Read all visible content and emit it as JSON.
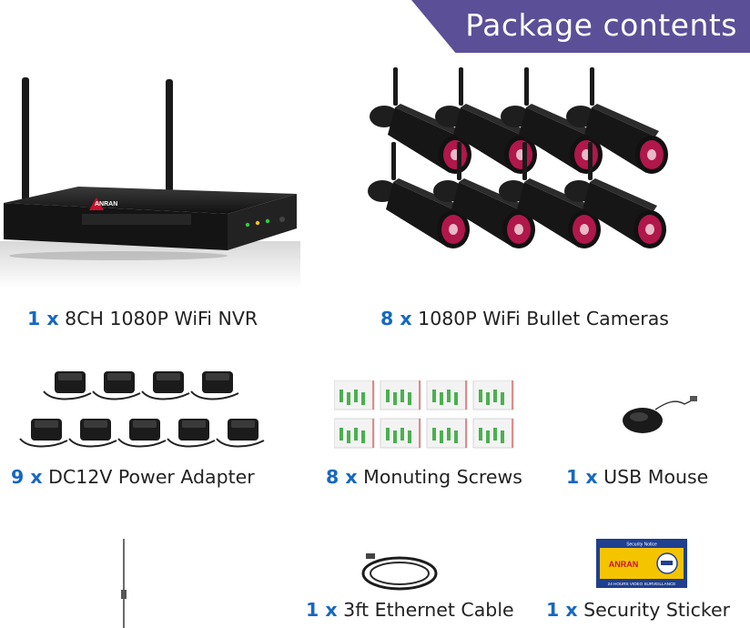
{
  "banner": {
    "title": "Package contents",
    "color": "#5b4f97"
  },
  "items": [
    {
      "qty": "1 x",
      "label": "8CH 1080P WiFi NVR",
      "icon": "nvr-recorder-image",
      "brand": "ANRAN"
    },
    {
      "qty": "8 x",
      "label": "1080P WiFi Bullet Cameras",
      "icon": "bullet-camera-image"
    },
    {
      "qty": "9 x",
      "label": "DC12V Power Adapter",
      "icon": "power-adapter-image"
    },
    {
      "qty": "8 x",
      "label": "Monuting Screws",
      "icon": "screw-pack-image"
    },
    {
      "qty": "1 x",
      "label": "USB Mouse",
      "icon": "usb-mouse-image"
    },
    {
      "qty": "1 x",
      "label": "3ft Ethernet Cable",
      "icon": "ethernet-cable-image"
    },
    {
      "qty": "1 x",
      "label": "Security Sticker",
      "icon": "security-sticker-image"
    }
  ],
  "sticker": {
    "header": "Security Notice",
    "brand": "ANRAN",
    "footer": "24 HOURS VIDEO SURVEILLANCE"
  },
  "colors": {
    "qty": "#1668c0",
    "camera_lens": "#b0174a",
    "sticker_yellow": "#f5c400",
    "sticker_blue": "#1f3f8f"
  }
}
